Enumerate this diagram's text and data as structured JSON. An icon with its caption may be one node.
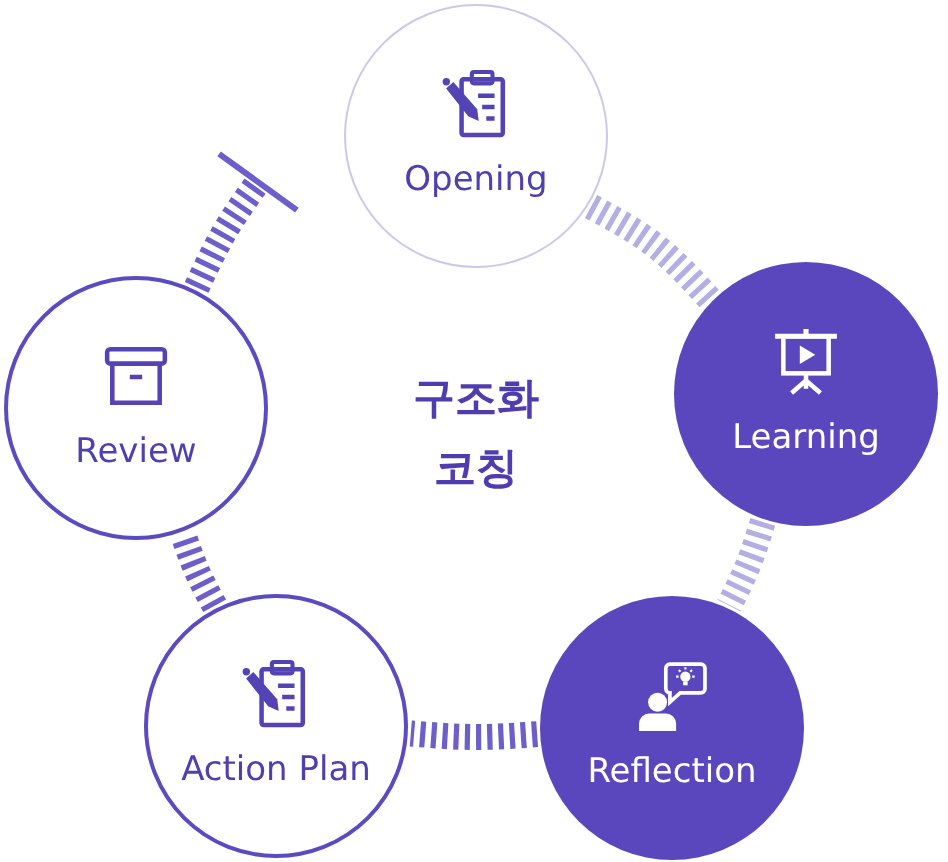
{
  "diagram": {
    "title": "구조화 코칭",
    "nodes": [
      {
        "text": [
          "Opening"
        ]
      },
      {
        "text": [
          "Learning"
        ]
      },
      {
        "text": [
          "Reflection"
        ]
      },
      {
        "text": [
          "Action Plan"
        ]
      },
      {
        "text": [
          "Review"
        ]
      }
    ],
    "edges": [
      {
        "from": 0,
        "to": 1,
        "arrow": "none",
        "color": "#b5aee3"
      },
      {
        "from": 1,
        "to": 2,
        "arrow": "none",
        "color": "#b5aee3"
      },
      {
        "from": 2,
        "to": 3,
        "arrow": "none"
      },
      {
        "from": 3,
        "to": 4,
        "arrow": "none"
      },
      {
        "from": 4,
        "to": null,
        "arrow": "other"
      }
    ]
  }
}
